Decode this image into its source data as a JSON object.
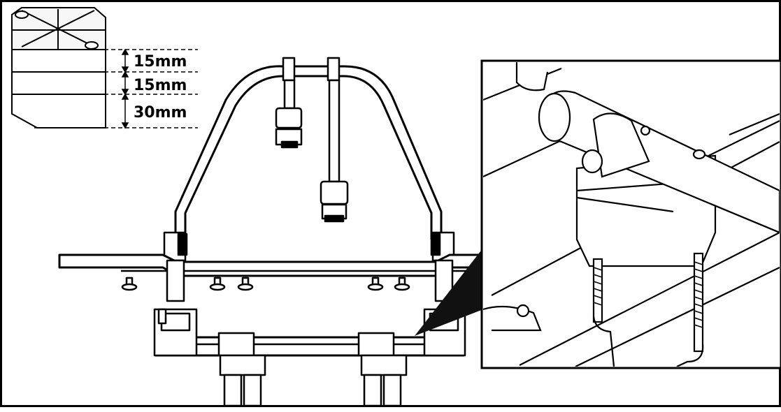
{
  "colors": {
    "line": "#000000",
    "background": "#ffffff",
    "fill_light": "#f5f5f5"
  },
  "spacer_block": {
    "labels": [
      "15mm",
      "15mm",
      "30mm"
    ]
  },
  "detail_view": {
    "description_icon": "magnifier-callout"
  }
}
